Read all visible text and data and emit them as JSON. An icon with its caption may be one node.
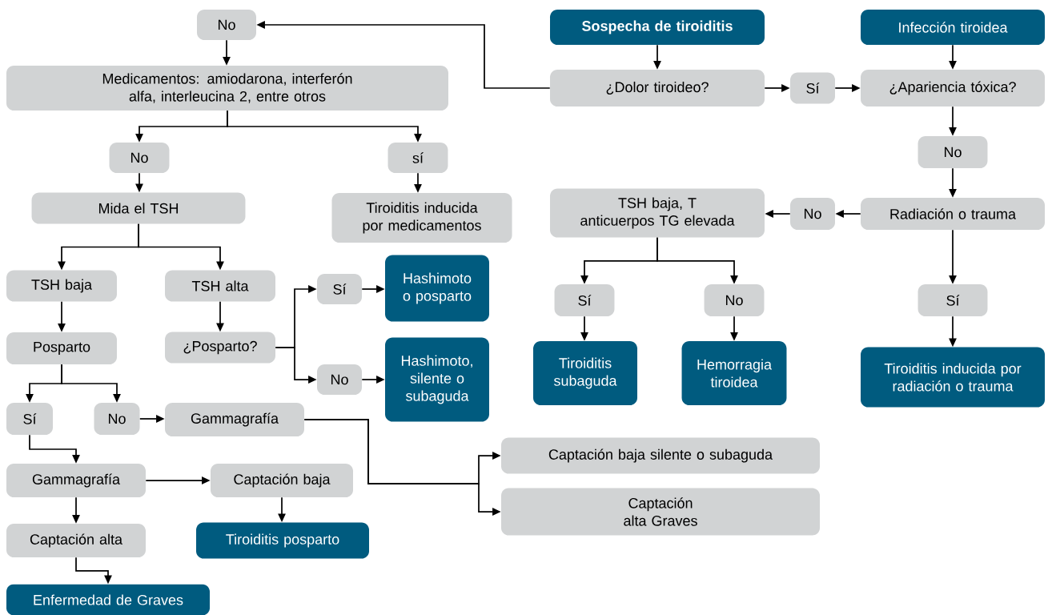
{
  "diagram": {
    "nodes": [
      {
        "text": [
          "No"
        ]
      },
      {
        "text": [
          "Medicamentos: amiodarona, interferón alfa, interleucina 2, entre otros"
        ]
      },
      {
        "text": [
          "No"
        ]
      },
      {
        "text": [
          "sí"
        ]
      },
      {
        "text": [
          "Mida el TSH"
        ]
      },
      {
        "text": [
          "Tiroiditis inducida por medicamentos"
        ]
      },
      {
        "text": [
          "TSH baja"
        ]
      },
      {
        "text": [
          "TSH alta"
        ]
      },
      {
        "text": [
          "¿Posparto?"
        ]
      },
      {
        "text": [
          "Sí"
        ]
      },
      {
        "text": [
          "Hashimoto o posparto"
        ]
      },
      {
        "text": [
          "No"
        ]
      },
      {
        "text": [
          "Hashimoto, silente o subaguda"
        ]
      },
      {
        "text": [
          "Posparto"
        ]
      },
      {
        "text": [
          "Sí"
        ]
      },
      {
        "text": [
          "No"
        ]
      },
      {
        "text": [
          "Gammagrafía"
        ]
      },
      {
        "text": [
          "Gammagrafía"
        ]
      },
      {
        "text": [
          "Captación baja"
        ]
      },
      {
        "text": [
          "Captación alta"
        ]
      },
      {
        "text": [
          "Tiroiditis posparto"
        ]
      },
      {
        "text": [
          "Enfermedad de Graves"
        ]
      },
      {
        "text": [
          "Captación baja silente o subaguda"
        ]
      },
      {
        "text": [
          "Captación alta Graves"
        ]
      },
      {
        "text": [
          "Sospecha de tiroiditis"
        ]
      },
      {
        "text": [
          "Infección tiroidea"
        ]
      },
      {
        "text": [
          "¿Dolor tiroideo?"
        ]
      },
      {
        "text": [
          "Sí"
        ]
      },
      {
        "text": [
          "¿Apariencia tóxica?"
        ]
      },
      {
        "text": [
          "No"
        ]
      },
      {
        "text": [
          "TSH baja, T anticuerpos TG elevada"
        ]
      },
      {
        "text": [
          "No"
        ]
      },
      {
        "text": [
          "Radiación o trauma"
        ]
      },
      {
        "text": [
          "Sí"
        ]
      },
      {
        "text": [
          "No"
        ]
      },
      {
        "text": [
          "Tiroiditis subaguda"
        ]
      },
      {
        "text": [
          "Hemorragia tiroidea"
        ]
      },
      {
        "text": [
          "Sí"
        ]
      },
      {
        "text": [
          "Tiroiditis inducida por radiación o trauma"
        ]
      }
    ],
    "edges": [
      {
        "from": 26,
        "to": 0,
        "arrow": "to"
      },
      {
        "from": 0,
        "to": 1,
        "arrow": "to"
      },
      {
        "from": 1,
        "to": 2,
        "arrow": "to"
      },
      {
        "from": 1,
        "to": 3,
        "arrow": "to"
      },
      {
        "from": 2,
        "to": 4,
        "arrow": "to"
      },
      {
        "from": 3,
        "to": 5,
        "arrow": "to"
      },
      {
        "from": 4,
        "to": 6,
        "arrow": "to"
      },
      {
        "from": 4,
        "to": 7,
        "arrow": "to"
      },
      {
        "from": 7,
        "to": 8,
        "arrow": "to"
      },
      {
        "from": 8,
        "to": 9,
        "arrow": "to"
      },
      {
        "from": 8,
        "to": 11,
        "arrow": "to"
      },
      {
        "from": 9,
        "to": 10,
        "arrow": "to"
      },
      {
        "from": 11,
        "to": 12,
        "arrow": "to"
      },
      {
        "from": 6,
        "to": 13,
        "arrow": "to"
      },
      {
        "from": 13,
        "to": 14,
        "arrow": "to"
      },
      {
        "from": 13,
        "to": 15,
        "arrow": "to"
      },
      {
        "from": 15,
        "to": 16,
        "arrow": "to"
      },
      {
        "from": 14,
        "to": 17,
        "arrow": "to"
      },
      {
        "from": 17,
        "to": 18,
        "arrow": "to"
      },
      {
        "from": 17,
        "to": 19,
        "arrow": "to"
      },
      {
        "from": 18,
        "to": 20,
        "arrow": "to"
      },
      {
        "from": 19,
        "to": 21,
        "arrow": "to"
      },
      {
        "from": 16,
        "to": 22,
        "arrow": "to"
      },
      {
        "from": 16,
        "to": 23,
        "arrow": "to"
      },
      {
        "from": 24,
        "to": 26,
        "arrow": "to"
      },
      {
        "from": 26,
        "to": 27,
        "arrow": "to"
      },
      {
        "from": 27,
        "to": 28,
        "arrow": "to"
      },
      {
        "from": 25,
        "to": 28,
        "arrow": "to"
      },
      {
        "from": 28,
        "to": 29,
        "arrow": "to"
      },
      {
        "from": 29,
        "to": 32,
        "arrow": "to"
      },
      {
        "from": 32,
        "to": 31,
        "arrow": "to"
      },
      {
        "from": 31,
        "to": 30,
        "arrow": "to"
      },
      {
        "from": 30,
        "to": 33,
        "arrow": "to"
      },
      {
        "from": 30,
        "to": 34,
        "arrow": "to"
      },
      {
        "from": 33,
        "to": 35,
        "arrow": "to"
      },
      {
        "from": 34,
        "to": 36,
        "arrow": "to"
      },
      {
        "from": 32,
        "to": 37,
        "arrow": "to"
      },
      {
        "from": 37,
        "to": 38,
        "arrow": "to"
      }
    ]
  }
}
